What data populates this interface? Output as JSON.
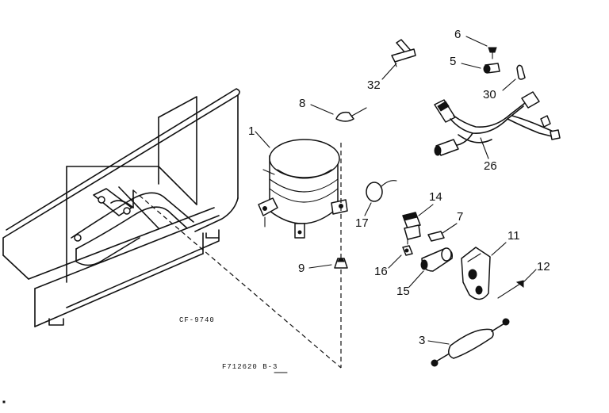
{
  "callouts": {
    "c1": "1",
    "c3": "3",
    "c5": "5",
    "c6": "6",
    "c7": "7",
    "c8": "8",
    "c9": "9",
    "c11": "11",
    "c12": "12",
    "c14": "14",
    "c15": "15",
    "c16": "16",
    "c17": "17",
    "c26": "26",
    "c30": "30",
    "c32": "32"
  },
  "codes": {
    "cabinet_code": "CF-9740",
    "drawing_number": "F712620 B-3"
  },
  "colors": {
    "ink": "#111111",
    "paper": "#ffffff"
  }
}
